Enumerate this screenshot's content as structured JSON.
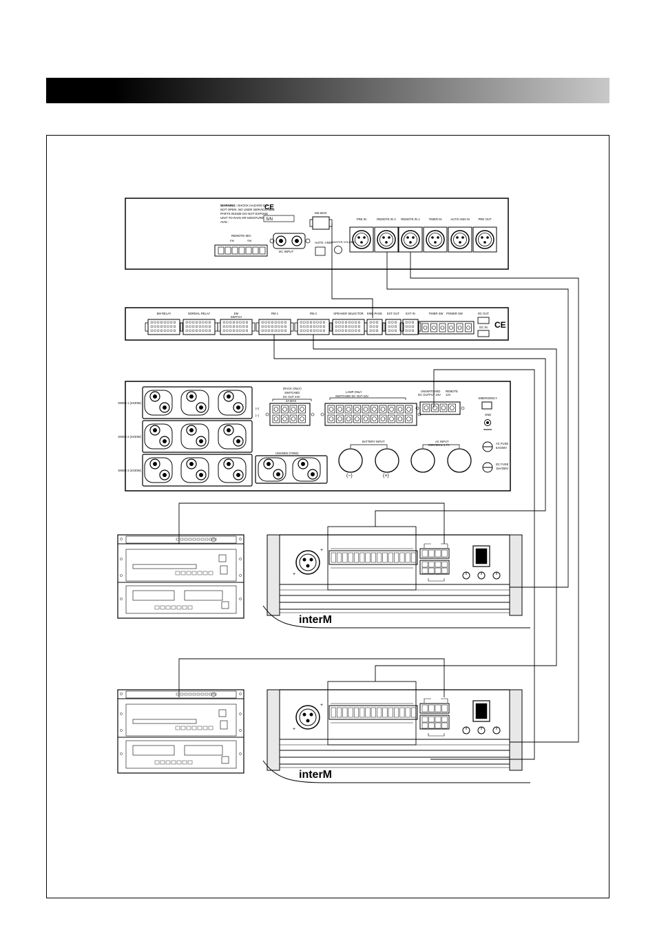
{
  "top_unit": {
    "warning": [
      "WARNING :",
      "SHOCK HAZARD DO",
      "NOT OPEN. NO USER SERVICEABLE",
      "PARTS INSIDE DO NOT EXPOSE",
      "UNIT TO RAIN OR MOISTURE"
    ],
    "serial_label": "S/N",
    "remote_mic": "REMOTE MIC",
    "remote_mic_sub": [
      "EM",
      "SW"
    ],
    "dc_input": "DC INPUT",
    "auto_ann": "AUTO. ANN",
    "master_volume": "MASTER VOLUME",
    "ms_box": "MS BOX",
    "jacks": [
      "PRE IN",
      "REMOTE IN 2",
      "REMOTE IN 1",
      "TIMER IN",
      "AUTO ANN IN",
      "PRE OUT"
    ]
  },
  "middle_unit": {
    "ports": [
      "EM RELAY",
      "NORMAL RELAY",
      "EM SWITCH",
      "RM 1",
      "RM 2",
      "SPEAKER SELECTOR",
      "EMG.PAGE",
      "EXT OUT",
      "EXT IN",
      "TIMER SW",
      "POWER SW",
      "DC OUT",
      "DC IN"
    ]
  },
  "amp_unit": {
    "swed": [
      "SWED 1 (2X30W)",
      "SWED 2 (2X30W)",
      "SWED 3 (2X30W)"
    ],
    "rack_only": "(RACK ONLY)",
    "switched": "SWITCHED",
    "dc_out_24": "DC OUT 24V",
    "dc_amp": "2A MAX",
    "lamp_only": "LAMP ONLY",
    "lamp_switched": "SWITCHED DC OUT 24V",
    "unswitched": "UNSWITCHED",
    "dc_output": "DC OUTPUT 24V",
    "remote": "REMOTE",
    "remote_v": "12V",
    "emergency": "EMERGENCY",
    "gnd": "GND",
    "unswed": "UNSWED (700W)",
    "battery_input": "BATTERY INPUT",
    "ac_input": "AC INPUT",
    "ac_input_spec": "230V/50Hz-1.7A",
    "battery_minus": "(−)",
    "battery_plus": "(+)",
    "ac_fuse": "AC FUSE",
    "ac_fuse_spec": "5A/250V",
    "dc_fuse": "DC FUSE",
    "dc_fuse_spec": "15A/250V",
    "plus_sign": "(+)",
    "minus_sign": "(−)"
  },
  "console": {
    "brand": "interM"
  }
}
